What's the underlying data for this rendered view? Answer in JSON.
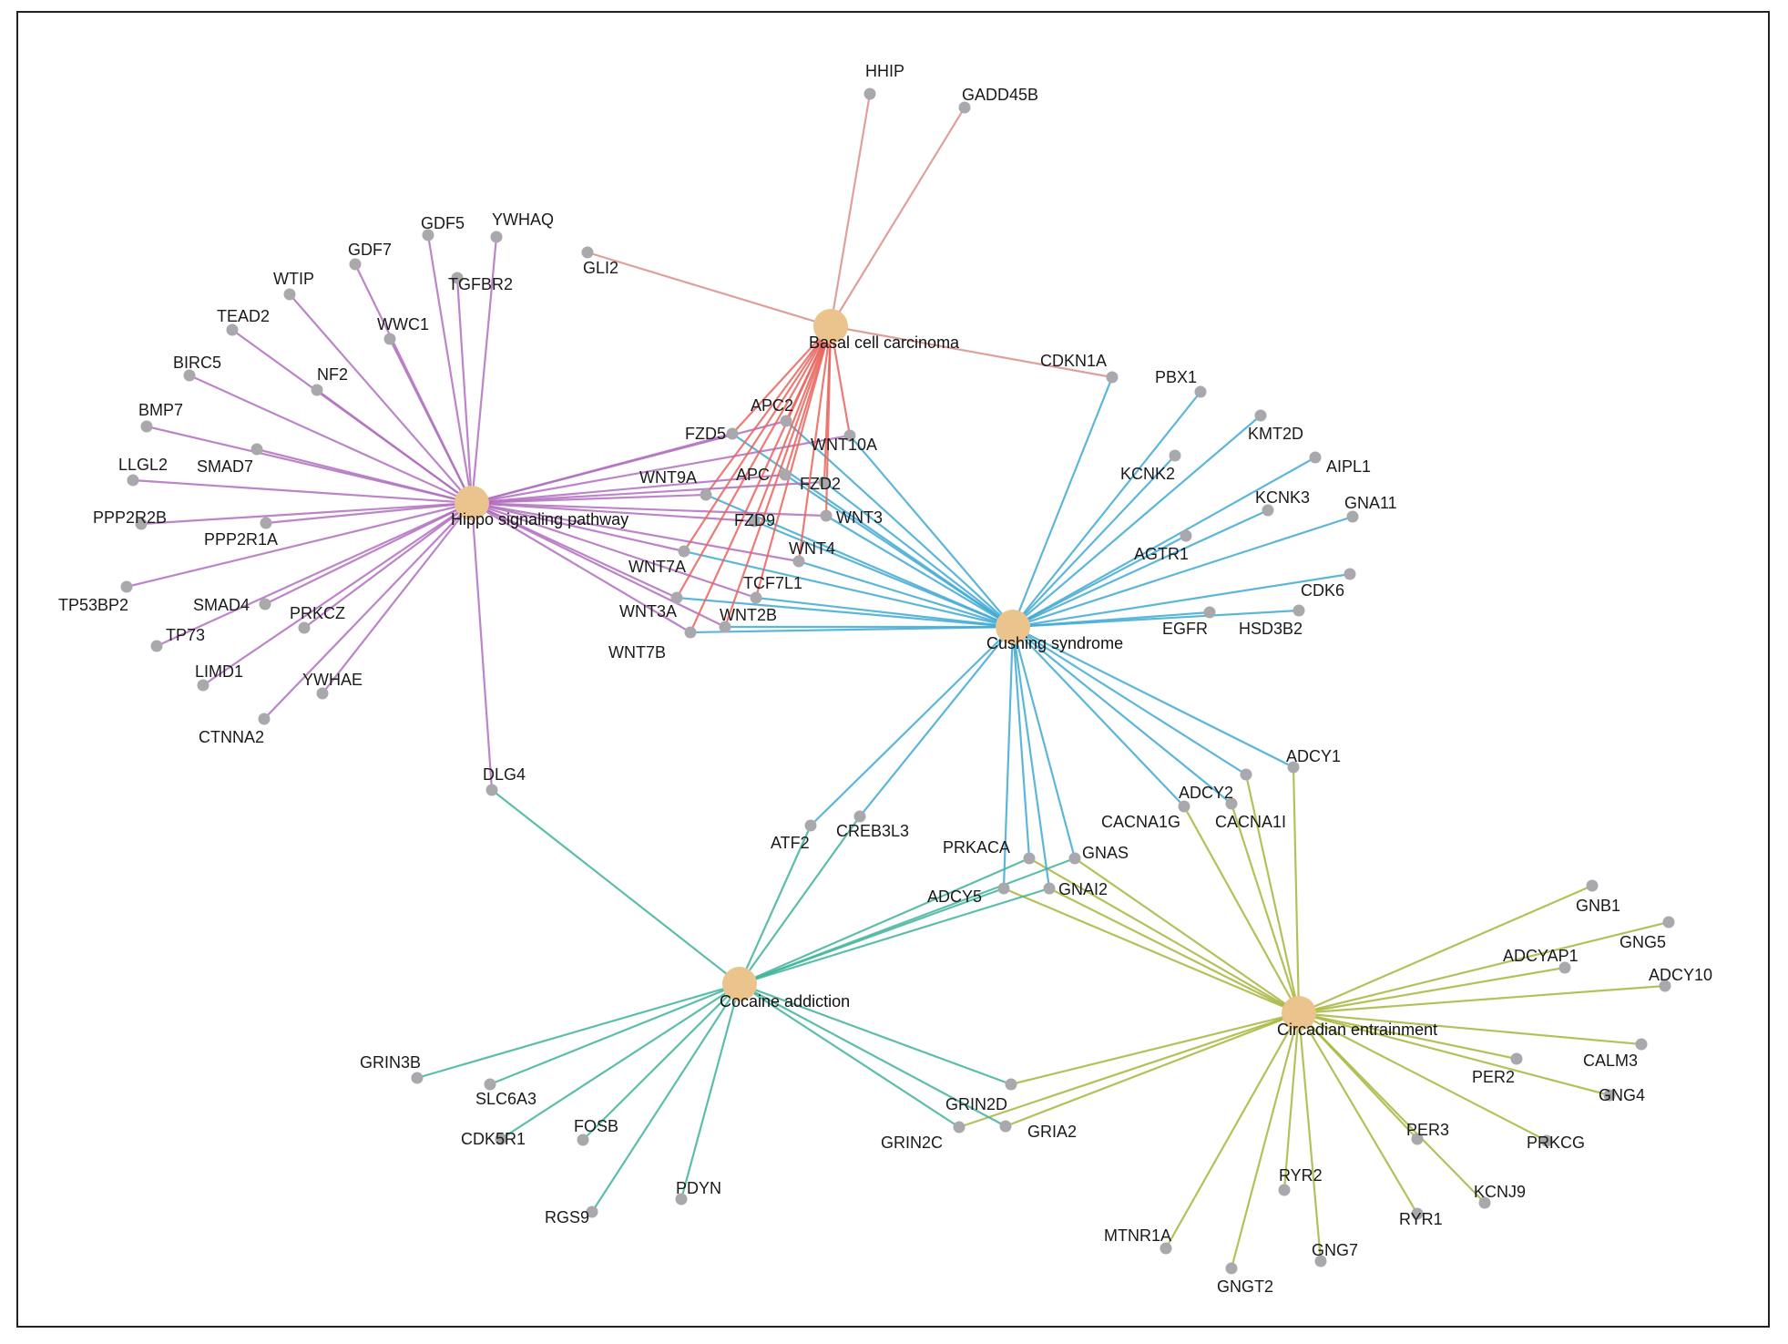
{
  "colors": {
    "hippo": "#b16fc0",
    "basal": "#d98f8c",
    "basal_strong": "#e8645c",
    "cushing": "#3fa9d4",
    "cocaine": "#3fb39b",
    "circadian": "#a8b53c",
    "gene_node": "#a9a9ad",
    "hub_node": "#ebc38c"
  },
  "hubs": [
    {
      "id": "hippo",
      "label": "Hippo signaling pathway"
    },
    {
      "id": "basal",
      "label": "Basal cell carcinoma"
    },
    {
      "id": "cushing",
      "label": "Cushing syndrome"
    },
    {
      "id": "cocaine",
      "label": "Cocaine addiction"
    },
    {
      "id": "circadian",
      "label": "Circadian entrainment"
    }
  ],
  "genes": [
    {
      "id": "HHIP",
      "label": "HHIP",
      "pathways": [
        "basal"
      ]
    },
    {
      "id": "GADD45B",
      "label": "GADD45B",
      "pathways": [
        "basal"
      ]
    },
    {
      "id": "GLI2",
      "label": "GLI2",
      "pathways": [
        "basal"
      ]
    },
    {
      "id": "CDKN1A",
      "label": "CDKN1A",
      "pathways": [
        "basal",
        "cushing"
      ]
    },
    {
      "id": "YWHAQ",
      "label": "YWHAQ",
      "pathways": [
        "hippo"
      ]
    },
    {
      "id": "GDF5",
      "label": "GDF5",
      "pathways": [
        "hippo"
      ]
    },
    {
      "id": "GDF7",
      "label": "GDF7",
      "pathways": [
        "hippo"
      ]
    },
    {
      "id": "TGFBR2",
      "label": "TGFBR2",
      "pathways": [
        "hippo"
      ]
    },
    {
      "id": "WTIP",
      "label": "WTIP",
      "pathways": [
        "hippo"
      ]
    },
    {
      "id": "WWC1",
      "label": "WWC1",
      "pathways": [
        "hippo"
      ]
    },
    {
      "id": "TEAD2",
      "label": "TEAD2",
      "pathways": [
        "hippo"
      ]
    },
    {
      "id": "NF2",
      "label": "NF2",
      "pathways": [
        "hippo"
      ]
    },
    {
      "id": "BIRC5",
      "label": "BIRC5",
      "pathways": [
        "hippo"
      ]
    },
    {
      "id": "BMP7",
      "label": "BMP7",
      "pathways": [
        "hippo"
      ]
    },
    {
      "id": "SMAD7",
      "label": "SMAD7",
      "pathways": [
        "hippo"
      ]
    },
    {
      "id": "LLGL2",
      "label": "LLGL2",
      "pathways": [
        "hippo"
      ]
    },
    {
      "id": "PPP2R2B",
      "label": "PPP2R2B",
      "pathways": [
        "hippo"
      ]
    },
    {
      "id": "PPP2R1A",
      "label": "PPP2R1A",
      "pathways": [
        "hippo"
      ]
    },
    {
      "id": "TP53BP2",
      "label": "TP53BP2",
      "pathways": [
        "hippo"
      ]
    },
    {
      "id": "SMAD4",
      "label": "SMAD4",
      "pathways": [
        "hippo"
      ]
    },
    {
      "id": "TP73",
      "label": "TP73",
      "pathways": [
        "hippo"
      ]
    },
    {
      "id": "PRKCZ",
      "label": "PRKCZ",
      "pathways": [
        "hippo"
      ]
    },
    {
      "id": "LIMD1",
      "label": "LIMD1",
      "pathways": [
        "hippo"
      ]
    },
    {
      "id": "YWHAE",
      "label": "YWHAE",
      "pathways": [
        "hippo"
      ]
    },
    {
      "id": "CTNNA2",
      "label": "CTNNA2",
      "pathways": [
        "hippo"
      ]
    },
    {
      "id": "DLG4",
      "label": "DLG4",
      "pathways": [
        "hippo",
        "cocaine"
      ]
    },
    {
      "id": "APC2",
      "label": "APC2",
      "pathways": [
        "hippo",
        "basal",
        "cushing"
      ]
    },
    {
      "id": "FZD5",
      "label": "FZD5",
      "pathways": [
        "hippo",
        "basal",
        "cushing"
      ]
    },
    {
      "id": "WNT10A",
      "label": "WNT10A",
      "pathways": [
        "hippo",
        "basal",
        "cushing"
      ]
    },
    {
      "id": "WNT9A",
      "label": "WNT9A",
      "pathways": [
        "hippo",
        "basal",
        "cushing"
      ]
    },
    {
      "id": "APC",
      "label": "APC",
      "pathways": [
        "hippo",
        "basal",
        "cushing"
      ]
    },
    {
      "id": "FZD2",
      "label": "FZD2",
      "pathways": [
        "hippo",
        "basal",
        "cushing"
      ]
    },
    {
      "id": "WNT3",
      "label": "WNT3",
      "pathways": [
        "hippo",
        "basal",
        "cushing"
      ]
    },
    {
      "id": "FZD9",
      "label": "FZD9",
      "pathways": [
        "hippo",
        "basal",
        "cushing"
      ]
    },
    {
      "id": "WNT4",
      "label": "WNT4",
      "pathways": [
        "hippo",
        "basal",
        "cushing"
      ]
    },
    {
      "id": "WNT7A",
      "label": "WNT7A",
      "pathways": [
        "hippo",
        "basal",
        "cushing"
      ]
    },
    {
      "id": "TCF7L1",
      "label": "TCF7L1",
      "pathways": [
        "hippo",
        "basal",
        "cushing"
      ]
    },
    {
      "id": "WNT3A",
      "label": "WNT3A",
      "pathways": [
        "hippo",
        "basal",
        "cushing"
      ]
    },
    {
      "id": "WNT2B",
      "label": "WNT2B",
      "pathways": [
        "hippo",
        "basal",
        "cushing"
      ]
    },
    {
      "id": "WNT7B",
      "label": "WNT7B",
      "pathways": [
        "hippo",
        "basal",
        "cushing"
      ]
    },
    {
      "id": "PBX1",
      "label": "PBX1",
      "pathways": [
        "cushing"
      ]
    },
    {
      "id": "KMT2D",
      "label": "KMT2D",
      "pathways": [
        "cushing"
      ]
    },
    {
      "id": "KCNK2",
      "label": "KCNK2",
      "pathways": [
        "cushing"
      ]
    },
    {
      "id": "AIPL1",
      "label": "AIPL1",
      "pathways": [
        "cushing"
      ]
    },
    {
      "id": "KCNK3",
      "label": "KCNK3",
      "pathways": [
        "cushing"
      ]
    },
    {
      "id": "GNA11",
      "label": "GNA11",
      "pathways": [
        "cushing"
      ]
    },
    {
      "id": "AGTR1",
      "label": "AGTR1",
      "pathways": [
        "cushing"
      ]
    },
    {
      "id": "CDK6",
      "label": "CDK6",
      "pathways": [
        "cushing"
      ]
    },
    {
      "id": "EGFR",
      "label": "EGFR",
      "pathways": [
        "cushing"
      ]
    },
    {
      "id": "HSD3B2",
      "label": "HSD3B2",
      "pathways": [
        "cushing"
      ]
    },
    {
      "id": "ADCY1",
      "label": "ADCY1",
      "pathways": [
        "cushing",
        "circadian"
      ]
    },
    {
      "id": "ADCY2",
      "label": "ADCY2",
      "pathways": [
        "cushing",
        "circadian"
      ]
    },
    {
      "id": "CACNA1G",
      "label": "CACNA1G",
      "pathways": [
        "cushing",
        "circadian"
      ]
    },
    {
      "id": "CACNA1I",
      "label": "CACNA1I",
      "pathways": [
        "cushing",
        "circadian"
      ]
    },
    {
      "id": "CREB3L3",
      "label": "CREB3L3",
      "pathways": [
        "cushing",
        "cocaine"
      ]
    },
    {
      "id": "ATF2",
      "label": "ATF2",
      "pathways": [
        "cushing",
        "cocaine"
      ]
    },
    {
      "id": "PRKACA",
      "label": "PRKACA",
      "pathways": [
        "cushing",
        "cocaine",
        "circadian"
      ]
    },
    {
      "id": "GNAS",
      "label": "GNAS",
      "pathways": [
        "cushing",
        "cocaine",
        "circadian"
      ]
    },
    {
      "id": "ADCY5",
      "label": "ADCY5",
      "pathways": [
        "cushing",
        "cocaine",
        "circadian"
      ]
    },
    {
      "id": "GNAI2",
      "label": "GNAI2",
      "pathways": [
        "cushing",
        "cocaine",
        "circadian"
      ]
    },
    {
      "id": "GRIN3B",
      "label": "GRIN3B",
      "pathways": [
        "cocaine"
      ]
    },
    {
      "id": "SLC6A3",
      "label": "SLC6A3",
      "pathways": [
        "cocaine"
      ]
    },
    {
      "id": "CDK5R1",
      "label": "CDK5R1",
      "pathways": [
        "cocaine"
      ]
    },
    {
      "id": "FOSB",
      "label": "FOSB",
      "pathways": [
        "cocaine"
      ]
    },
    {
      "id": "RGS9",
      "label": "RGS9",
      "pathways": [
        "cocaine"
      ]
    },
    {
      "id": "PDYN",
      "label": "PDYN",
      "pathways": [
        "cocaine"
      ]
    },
    {
      "id": "GRIN2D",
      "label": "GRIN2D",
      "pathways": [
        "cocaine",
        "circadian"
      ]
    },
    {
      "id": "GRIN2C",
      "label": "GRIN2C",
      "pathways": [
        "cocaine",
        "circadian"
      ]
    },
    {
      "id": "GRIA2",
      "label": "GRIA2",
      "pathways": [
        "cocaine",
        "circadian"
      ]
    },
    {
      "id": "GNB1",
      "label": "GNB1",
      "pathways": [
        "circadian"
      ]
    },
    {
      "id": "GNG5",
      "label": "GNG5",
      "pathways": [
        "circadian"
      ]
    },
    {
      "id": "ADCYAP1",
      "label": "ADCYAP1",
      "pathways": [
        "circadian"
      ]
    },
    {
      "id": "ADCY10",
      "label": "ADCY10",
      "pathways": [
        "circadian"
      ]
    },
    {
      "id": "CALM3",
      "label": "CALM3",
      "pathways": [
        "circadian"
      ]
    },
    {
      "id": "PER2",
      "label": "PER2",
      "pathways": [
        "circadian"
      ]
    },
    {
      "id": "GNG4",
      "label": "GNG4",
      "pathways": [
        "circadian"
      ]
    },
    {
      "id": "PER3",
      "label": "PER3",
      "pathways": [
        "circadian"
      ]
    },
    {
      "id": "PRKCG",
      "label": "PRKCG",
      "pathways": [
        "circadian"
      ]
    },
    {
      "id": "KCNJ9",
      "label": "KCNJ9",
      "pathways": [
        "circadian"
      ]
    },
    {
      "id": "RYR2",
      "label": "RYR2",
      "pathways": [
        "circadian"
      ]
    },
    {
      "id": "RYR1",
      "label": "RYR1",
      "pathways": [
        "circadian"
      ]
    },
    {
      "id": "MTNR1A",
      "label": "MTNR1A",
      "pathways": [
        "circadian"
      ]
    },
    {
      "id": "GNG7",
      "label": "GNG7",
      "pathways": [
        "circadian"
      ]
    },
    {
      "id": "GNGT2",
      "label": "GNGT2",
      "pathways": [
        "circadian"
      ]
    }
  ]
}
